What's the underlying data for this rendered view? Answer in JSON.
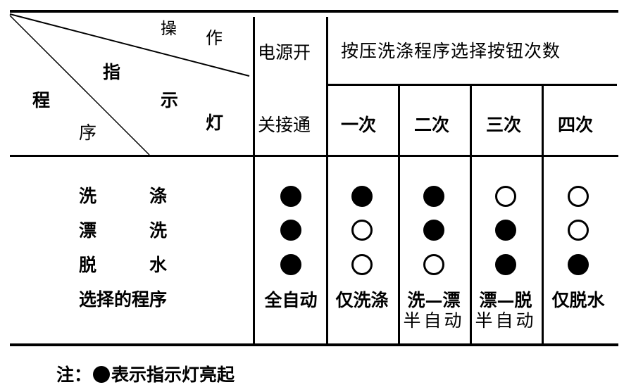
{
  "table": {
    "corner": {
      "operation_chars": [
        "操",
        "作"
      ],
      "indicator_chars": [
        "指",
        "示",
        "灯"
      ],
      "program_chars": [
        "程",
        "序"
      ]
    },
    "power_header": {
      "line1": "电源开",
      "line2": "关接通"
    },
    "press_header": "按压洗涤程序选择按钮次数",
    "press_columns": [
      "一次",
      "二次",
      "三次",
      "四次"
    ],
    "row_labels": [
      {
        "left": "洗",
        "right": "涤"
      },
      {
        "left": "漂",
        "right": "洗"
      },
      {
        "left": "脱",
        "right": "水"
      }
    ],
    "selected_program_label": "选择的程序",
    "columns": [
      {
        "key": "power_on",
        "lights": [
          true,
          true,
          true
        ],
        "program": [
          "全自动"
        ]
      },
      {
        "key": "once",
        "lights": [
          true,
          false,
          false
        ],
        "program": [
          "仅洗涤"
        ]
      },
      {
        "key": "twice",
        "lights": [
          true,
          true,
          false
        ],
        "program": [
          "洗—漂",
          "半自动"
        ]
      },
      {
        "key": "three_times",
        "lights": [
          false,
          true,
          true
        ],
        "program": [
          "漂—脱",
          "半自动"
        ]
      },
      {
        "key": "four_times",
        "lights": [
          false,
          false,
          true
        ],
        "program": [
          "仅脱水"
        ]
      }
    ]
  },
  "note": {
    "prefix": "注：",
    "text": "表示指示灯亮起",
    "filled_dot_meaning": "indicator-on"
  }
}
